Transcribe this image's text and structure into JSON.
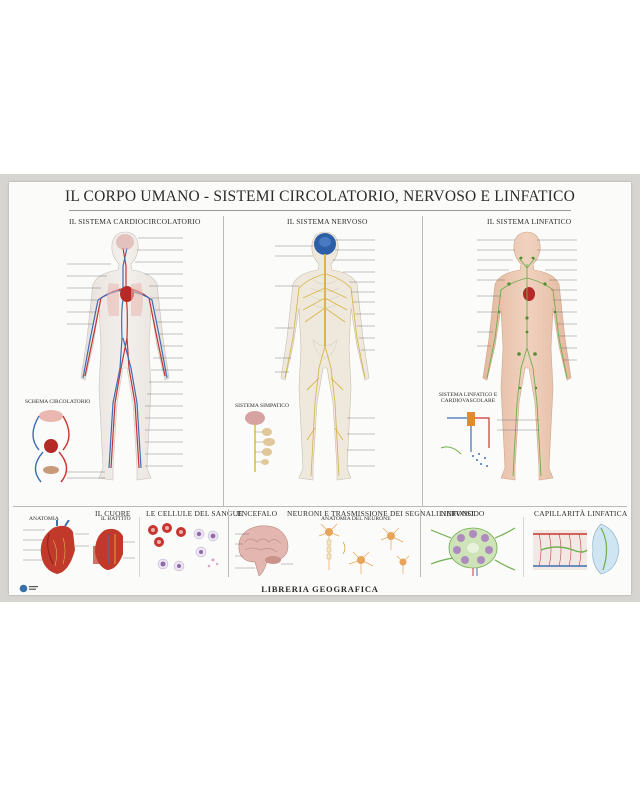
{
  "poster": {
    "title": "IL CORPO UMANO - SISTEMI CIRCOLATORIO, NERVOSO E LINFATICO",
    "footer_brand": "LIBRERIA GEOGRAFICA"
  },
  "sections": {
    "cardio": "IL SISTEMA CARDIOCIRCOLATORIO",
    "nervoso": "IL SISTEMA NERVOSO",
    "linfatico": "IL SISTEMA LINFATICO",
    "schema": "SCHEMA CIRCOLATORIO",
    "sinaptico": "SISTEMA SIMPATICO",
    "linfatico_cardio": "SISTEMA LINFATICO E CARDIOVASCOLARE",
    "cuore": "IL CUORE",
    "cellule": "LE CELLULE DEL SANGUE",
    "encefalo": "ENCEFALO",
    "neuroni": "NEURONI E TRASMISSIONE DEI SEGNALI NERVOSI",
    "linfonodo": "LINFONODO",
    "capillarita": "CAPILLARITÀ LINFATICA",
    "anatomia": "ANATOMIA",
    "battito": "IL BATTITO",
    "anatomia_neurone": "ANATOMIA DEL NEURONE"
  },
  "colors": {
    "artery": "#c8352e",
    "vein": "#3d6fb5",
    "nerve": "#d9b64a",
    "lymph": "#6fae4c",
    "skin": "#eac9b4",
    "bone": "#e8e2d4",
    "backdrop": "#d7d5d1",
    "poster": "#fbfbf9"
  }
}
